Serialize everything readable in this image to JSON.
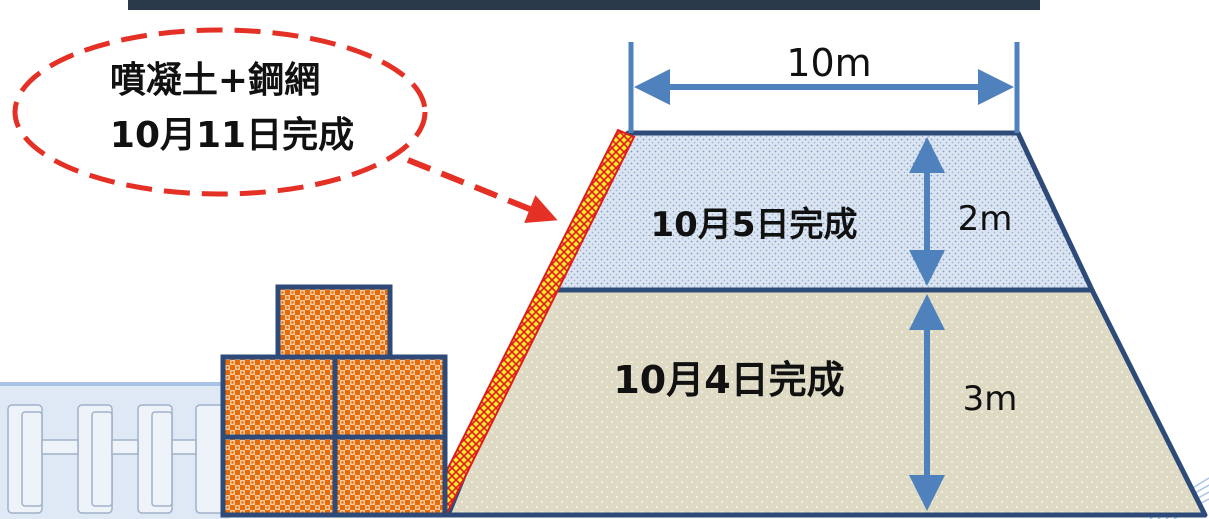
{
  "labels": {
    "width": "10m",
    "upper_height": "2m",
    "lower_height": "3m",
    "upper_layer": "10月5日完成",
    "lower_layer": "10月4日完成",
    "callout_line1": "噴凝土+鋼網",
    "callout_line2": "10月11日完成"
  },
  "colors": {
    "outline": "#2e4a78",
    "arrow": "#4f81bd",
    "upper_fill": "#dbe5f1",
    "lower_fill": "#ddd9c3",
    "sandbag": "#e46c0a",
    "callout": "#e53025",
    "mesh_yellow": "#ffe92c",
    "mesh_red": "#e01b1b",
    "header_bar": "#2b3a4a",
    "wave": "#a9c3e6"
  }
}
